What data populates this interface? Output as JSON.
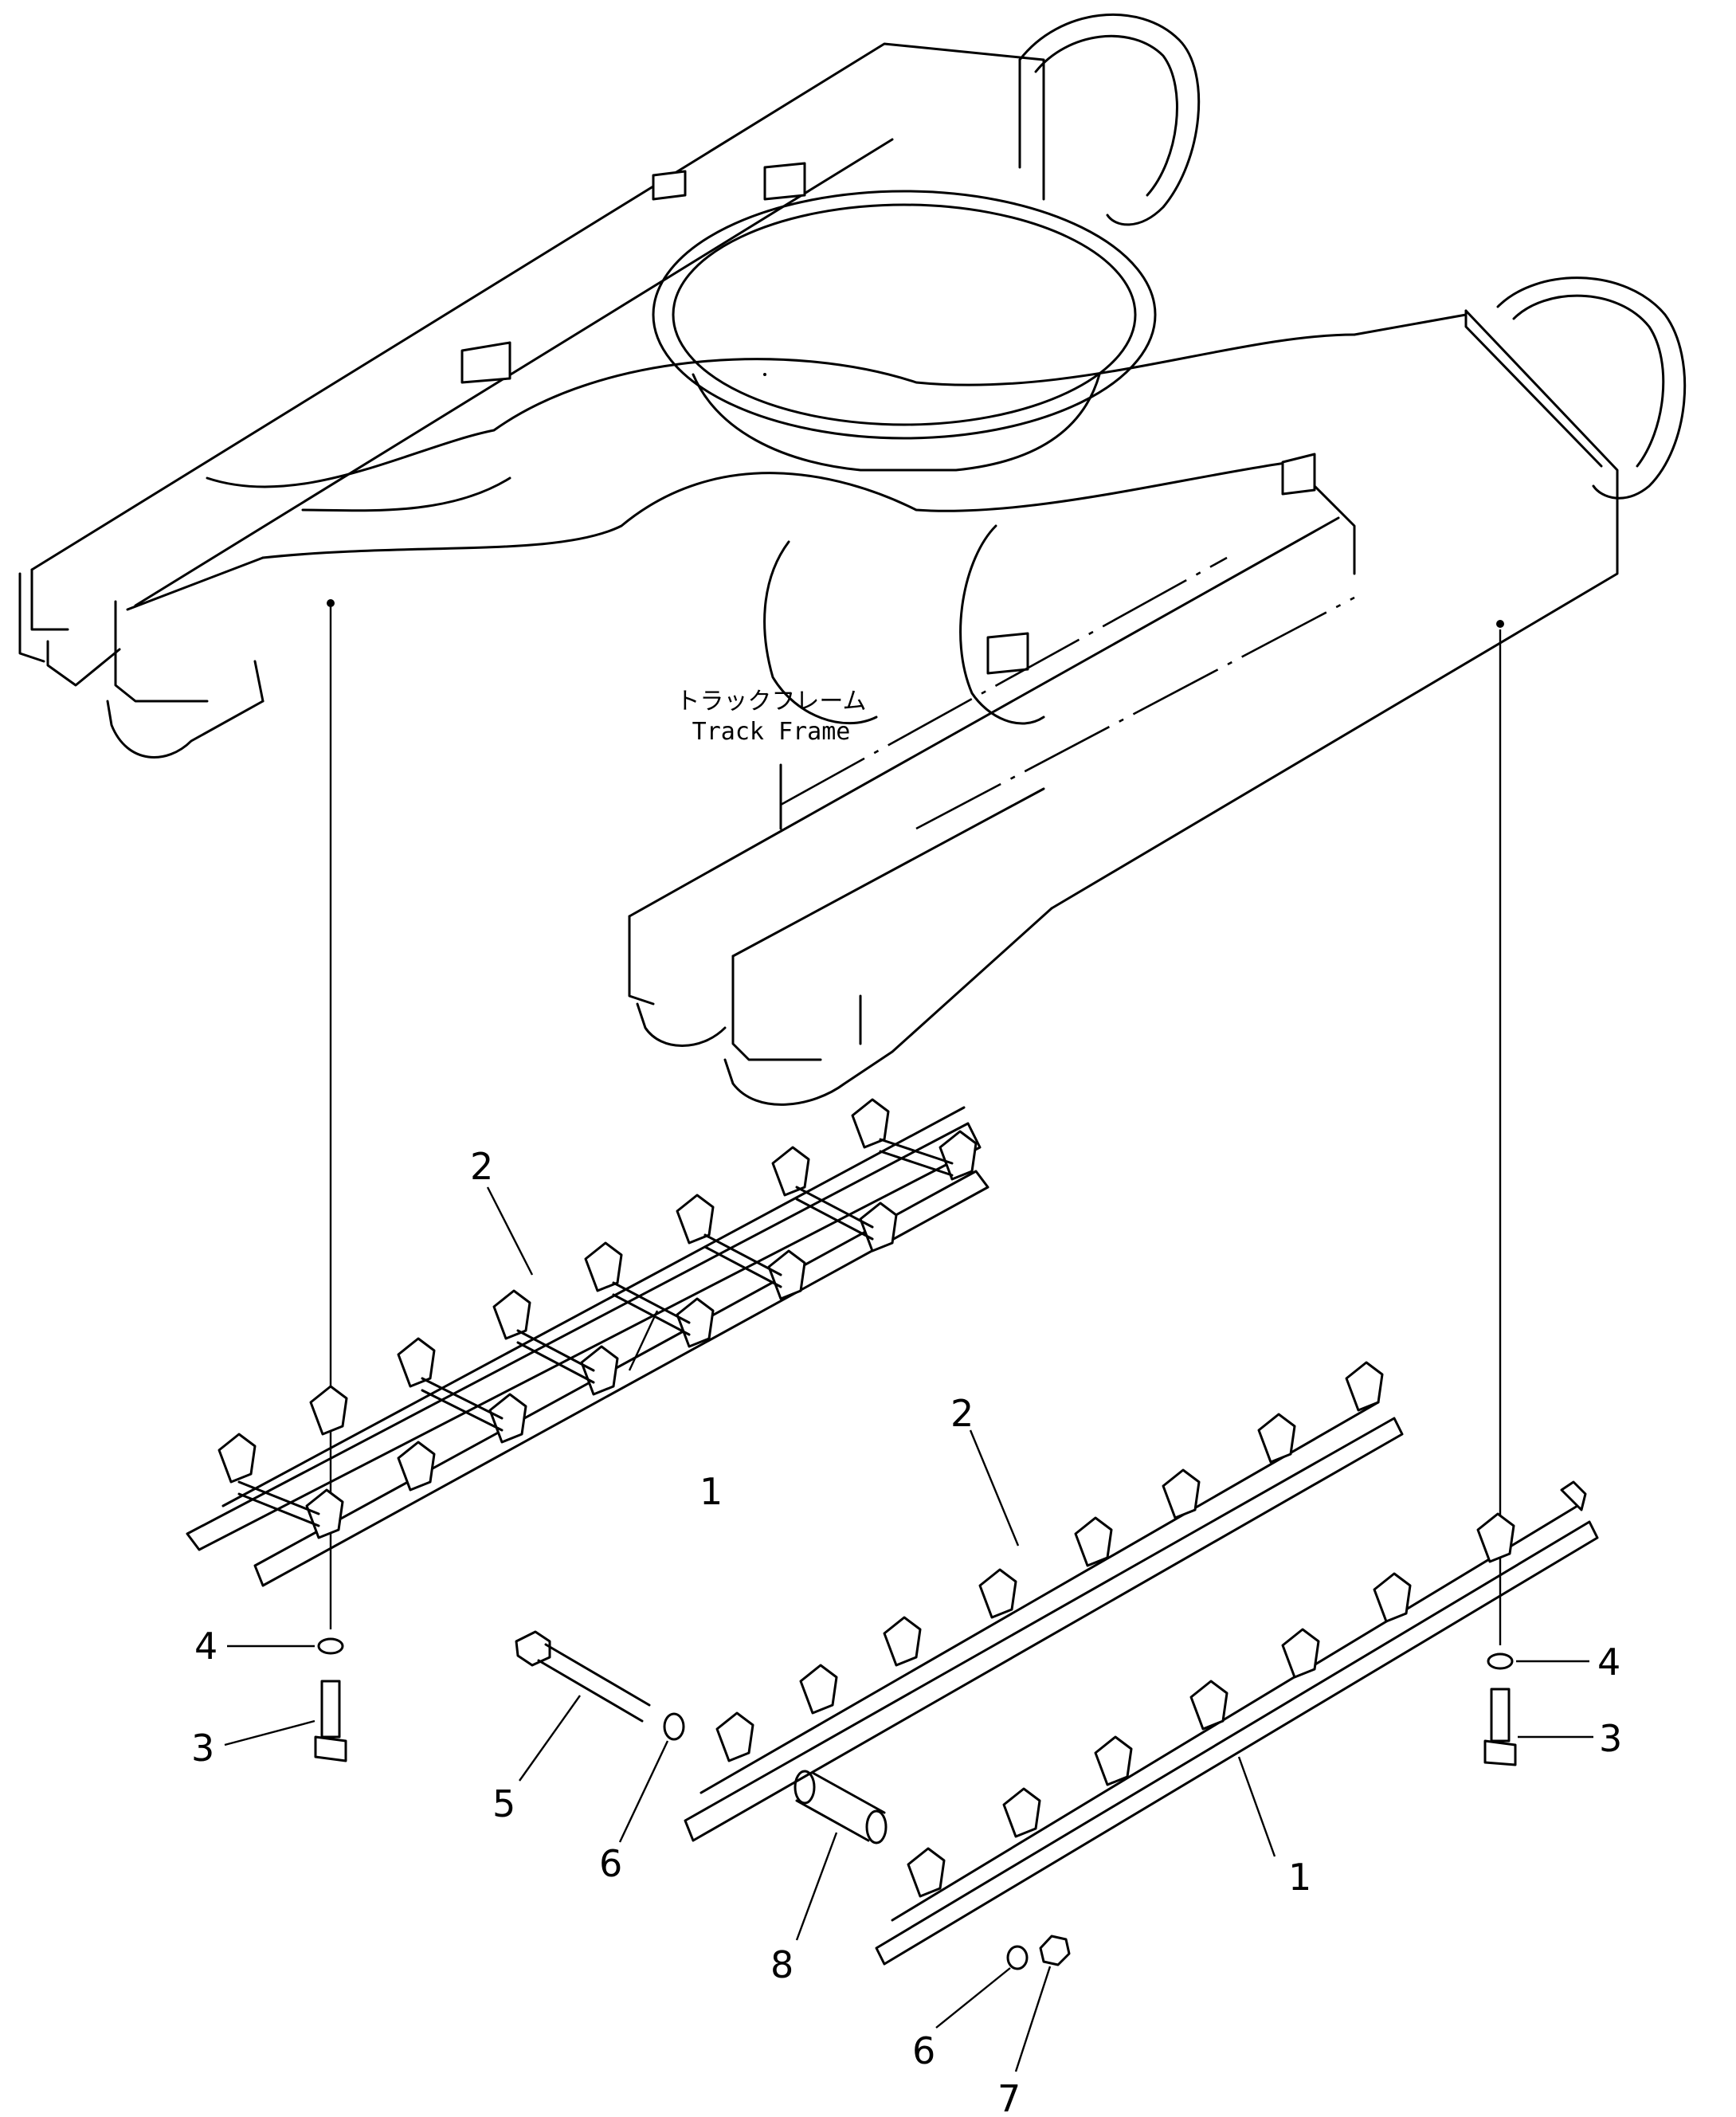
{
  "diagram": {
    "frame_label_jp": "トラックフレーム",
    "frame_label_en": "Track Frame",
    "callouts": {
      "rail_left": "1",
      "guard_left": "2",
      "bolt_left": "3",
      "washer_left": "4",
      "rail_right": "1",
      "guard_right": "2",
      "bolt_right": "3",
      "washer_right": "4",
      "long_bolt": "5",
      "washer_a": "6",
      "washer_b": "6",
      "nut": "7",
      "spacer": "8"
    }
  }
}
